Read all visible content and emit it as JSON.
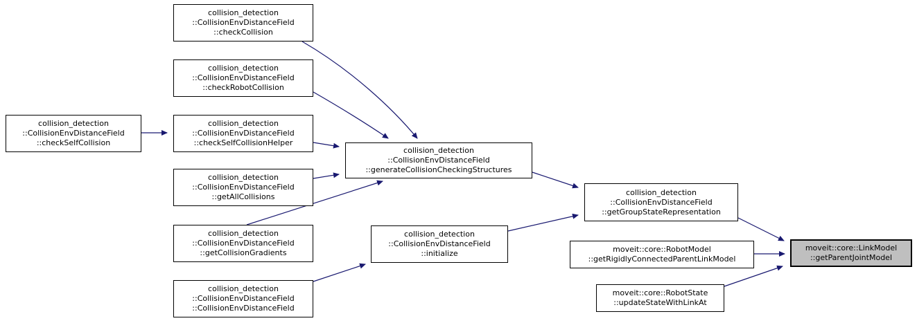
{
  "diagram": {
    "kind": "doxygen-caller-graph",
    "colors": {
      "arrow": "#191970",
      "node_border": "#000000",
      "node_fill": "#ffffff",
      "highlight_fill": "#bfbfbf",
      "text": "#000000",
      "background": "#ffffff"
    },
    "nodes": [
      {
        "id": "check_collision",
        "label": "collision_detection\n::CollisionEnvDistanceField\n::checkCollision",
        "highlighted": false
      },
      {
        "id": "check_robot_collision",
        "label": "collision_detection\n::CollisionEnvDistanceField\n::checkRobotCollision",
        "highlighted": false
      },
      {
        "id": "check_self_collision",
        "label": "collision_detection\n::CollisionEnvDistanceField\n::checkSelfCollision",
        "highlighted": false
      },
      {
        "id": "check_self_collision_helper",
        "label": "collision_detection\n::CollisionEnvDistanceField\n::checkSelfCollisionHelper",
        "highlighted": false
      },
      {
        "id": "get_all_collisions",
        "label": "collision_detection\n::CollisionEnvDistanceField\n::getAllCollisions",
        "highlighted": false
      },
      {
        "id": "get_collision_gradients",
        "label": "collision_detection\n::CollisionEnvDistanceField\n::getCollisionGradients",
        "highlighted": false
      },
      {
        "id": "collision_env_distance_field_constructor",
        "label": "collision_detection\n::CollisionEnvDistanceField\n::CollisionEnvDistanceField",
        "highlighted": false
      },
      {
        "id": "generate_collision_checking_structures",
        "label": "collision_detection\n::CollisionEnvDistanceField\n::generateCollisionCheckingStructures",
        "highlighted": false
      },
      {
        "id": "initialize",
        "label": "collision_detection\n::CollisionEnvDistanceField\n::initialize",
        "highlighted": false
      },
      {
        "id": "get_group_state_representation",
        "label": "collision_detection\n::CollisionEnvDistanceField\n::getGroupStateRepresentation",
        "highlighted": false
      },
      {
        "id": "get_rigidly_connected_parent_link_model",
        "label": "moveit::core::RobotModel\n::getRigidlyConnectedParentLinkModel",
        "highlighted": false
      },
      {
        "id": "update_state_with_link_at",
        "label": "moveit::core::RobotState\n::updateStateWithLinkAt",
        "highlighted": false
      },
      {
        "id": "get_parent_joint_model",
        "label": "moveit::core::LinkModel\n::getParentJointModel",
        "highlighted": true
      }
    ],
    "edges": [
      {
        "from": "check_self_collision",
        "to": "check_self_collision_helper"
      },
      {
        "from": "check_collision",
        "to": "generate_collision_checking_structures"
      },
      {
        "from": "check_robot_collision",
        "to": "generate_collision_checking_structures"
      },
      {
        "from": "check_self_collision_helper",
        "to": "generate_collision_checking_structures"
      },
      {
        "from": "get_all_collisions",
        "to": "generate_collision_checking_structures"
      },
      {
        "from": "get_collision_gradients",
        "to": "generate_collision_checking_structures"
      },
      {
        "from": "collision_env_distance_field_constructor",
        "to": "initialize"
      },
      {
        "from": "generate_collision_checking_structures",
        "to": "get_group_state_representation"
      },
      {
        "from": "initialize",
        "to": "get_group_state_representation"
      },
      {
        "from": "get_group_state_representation",
        "to": "get_parent_joint_model"
      },
      {
        "from": "get_rigidly_connected_parent_link_model",
        "to": "get_parent_joint_model"
      },
      {
        "from": "update_state_with_link_at",
        "to": "get_parent_joint_model"
      }
    ]
  }
}
